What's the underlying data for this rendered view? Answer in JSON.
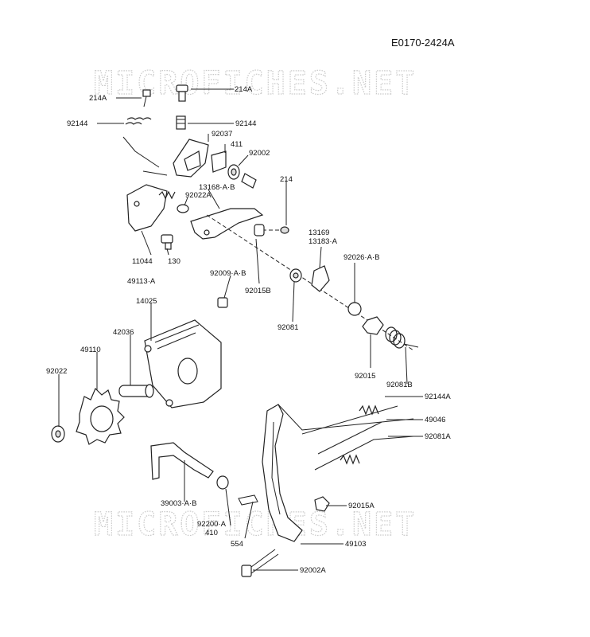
{
  "diagram_code": "E0170-2424A",
  "watermarks": [
    "MICROFICHES.NET",
    "MICROFICHES.NET"
  ],
  "labels": {
    "l214A_top": "214A",
    "l214A_left": "214A",
    "l92144_left": "92144",
    "l92144_right": "92144",
    "l92037": "92037",
    "l411": "411",
    "l92002": "92002",
    "l214": "214",
    "l13168": "13168·A·B",
    "l92022A": "92022A",
    "l13169": "13169",
    "l13183": "13183·A",
    "l11044": "11044",
    "l49113": "49113·A",
    "l130": "130",
    "l92009": "92009·A·B",
    "l92015B": "92015B",
    "l92026": "92026·A·B",
    "l14025": "14025",
    "l92081": "92081",
    "l42036": "42036",
    "l49110": "49110",
    "l92022": "92022",
    "l92015": "92015",
    "l92081B": "92081B",
    "l92144A": "92144A",
    "l49046": "49046",
    "l92081A": "92081A",
    "l39003": "39003·A·B",
    "l92200": "92200·A",
    "l410": "410",
    "l92015A": "92015A",
    "l554": "554",
    "l49103": "49103",
    "l92002A": "92002A"
  }
}
